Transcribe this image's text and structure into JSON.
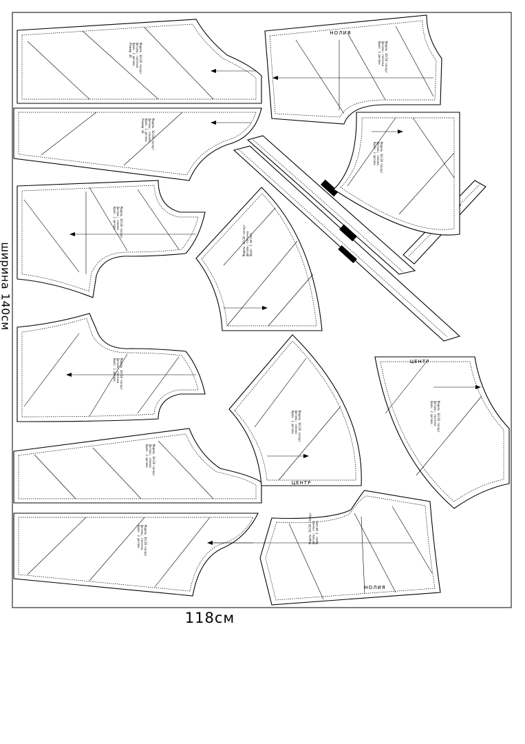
{
  "canvas": {
    "width_label": "ширина 140см",
    "length_label": "118см"
  },
  "marks": {
    "fold_label": "НОЛИЯ",
    "center_label": "ЦЕНТР"
  },
  "piece_text": {
    "a": [
      "Модель 10/28 лоскут",
      "Деталь: полочка",
      "Крой: 2 детали",
      "Размер 44",
      "Нити основы"
    ],
    "b": [
      "Модель 10/28 лоскут",
      "Деталь: спинка",
      "Крой: 2 детали",
      "Размер 44",
      "Нити основы"
    ]
  }
}
